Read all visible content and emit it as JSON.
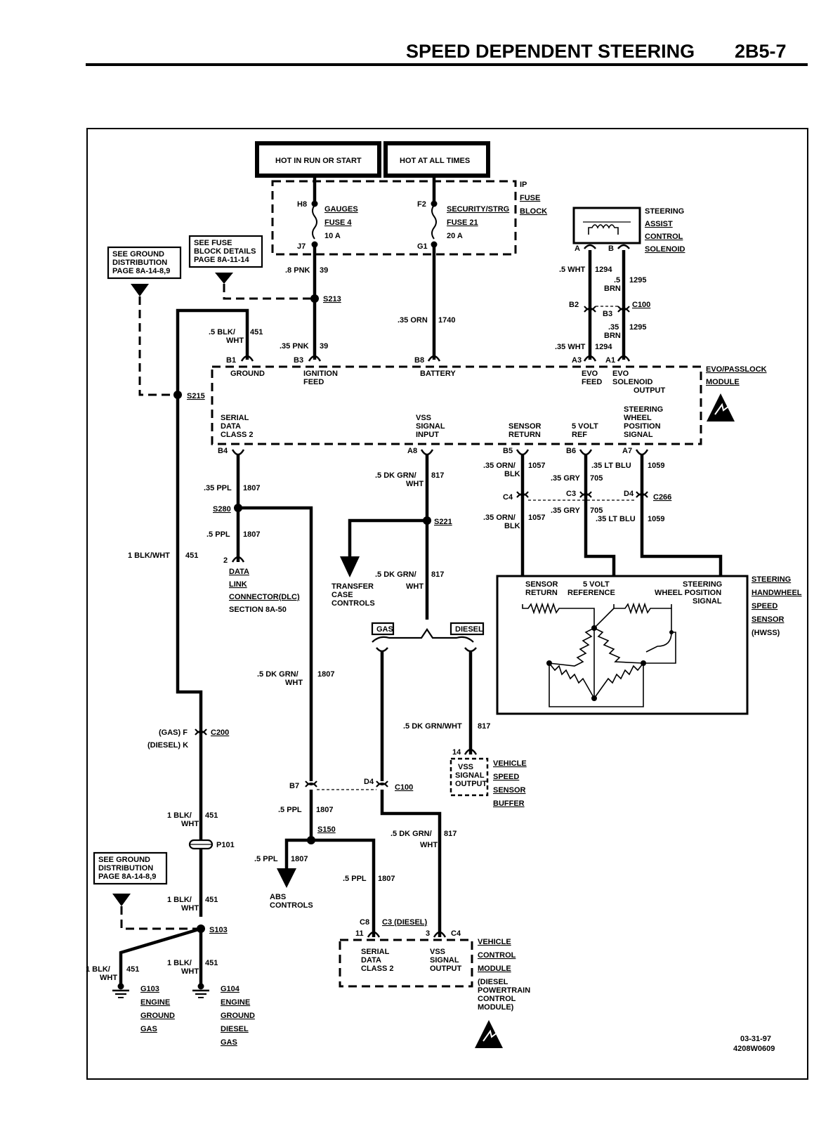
{
  "header": {
    "title": "SPEED DEPENDENT STEERING",
    "page": "2B5-7"
  },
  "power": {
    "run_start": "HOT IN RUN OR START",
    "all_times": "HOT AT ALL TIMES"
  },
  "fuse_block": {
    "label": [
      "IP",
      "FUSE",
      "BLOCK"
    ],
    "h8": "H8",
    "j7": "J7",
    "f2": "F2",
    "g1": "G1",
    "gauges": [
      "GAUGES",
      "FUSE 4",
      "10 A"
    ],
    "security": [
      "SECURITY/STRG",
      "FUSE 21",
      "20 A"
    ]
  },
  "refs": {
    "ground_top": [
      "SEE GROUND",
      "DISTRIBUTION",
      "PAGE 8A-14-8,9"
    ],
    "fuse_details": [
      "SEE FUSE",
      "BLOCK DETAILS",
      "PAGE 8A-11-14"
    ],
    "ground_bottom": [
      "SEE GROUND",
      "DISTRIBUTION",
      "PAGE 8A-14-8,9"
    ]
  },
  "solenoid": {
    "label": [
      "STEERING",
      "ASSIST",
      "CONTROL",
      "SOLENOID"
    ],
    "a": "A",
    "b": "B"
  },
  "wires": {
    "pnk_08": ".8 PNK",
    "n39": "39",
    "pnk_035": ".35 PNK",
    "orn_035": ".35 ORN",
    "n1740": "1740",
    "blk_wht_05": ".5 BLK/",
    "wht": "WHT",
    "n451": "451",
    "wht_05": ".5 WHT",
    "n1294": "1294",
    "wht_035": ".35 WHT",
    "brn_05": ".5",
    "brn": "BRN",
    "n1295": "1295",
    "brn_035": ".35",
    "ppl_035": ".35 PPL",
    "n1807": "1807",
    "ppl_05": ".5 PPL",
    "blk_wht_1": "1 BLK/WHT",
    "blk_1": "1 BLK/",
    "dkgrn_05": ".5 DK GRN/",
    "n817": "817",
    "dkgrnwht_05": ".5 DK GRN/WHT",
    "grn_035": ".35 ORN/",
    "blk": "BLK",
    "n1057": "1057",
    "gry_035": ".35 GRY",
    "n705": "705",
    "ltblu_035": ".35 LT BLU",
    "n1059": "1059"
  },
  "splices": {
    "s213": "S213",
    "s215": "S215",
    "s280": "S280",
    "s221": "S221",
    "s150": "S150",
    "s103": "S103",
    "p101": "P101"
  },
  "connectors": {
    "b2": "B2",
    "b3c": "B3",
    "c100": "C100",
    "c4": "C4",
    "c3": "C3",
    "d4": "D4",
    "c266": "C266",
    "gas_f": "(GAS) F",
    "diesel_k": "(DIESEL) K",
    "c200": "C200",
    "b7": "B7",
    "d4b": "D4",
    "c100b": "C100",
    "c8": "C8",
    "c3d": "C3 (DIESEL)",
    "c4b": "C4",
    "n11": "11",
    "n3": "3",
    "n14": "14",
    "n2": "2"
  },
  "evo": {
    "label": [
      "EVO/PASSLOCK",
      "MODULE"
    ],
    "b1": "B1",
    "b3": "B3",
    "b8": "B8",
    "a3": "A3",
    "a1": "A1",
    "ground": "GROUND",
    "ignition": [
      "IGNITION",
      "FEED"
    ],
    "battery": "BATTERY",
    "evo_feed": [
      "EVO",
      "FEED"
    ],
    "evo_solenoid": [
      "EVO",
      "SOLENOID",
      "OUTPUT"
    ],
    "b4": "B4",
    "a8": "A8",
    "b5": "B5",
    "b6": "B6",
    "a7": "A7",
    "serial": [
      "SERIAL",
      "DATA",
      "CLASS 2"
    ],
    "vss": [
      "VSS",
      "SIGNAL",
      "INPUT"
    ],
    "sensor_return": [
      "SENSOR",
      "RETURN"
    ],
    "ref5v": [
      "5 VOLT",
      "REF"
    ],
    "swps": [
      "STEERING",
      "WHEEL",
      "POSITION",
      "SIGNAL"
    ]
  },
  "dlc": [
    "DATA",
    "LINK",
    "CONNECTOR(DLC)",
    "SECTION 8A-50"
  ],
  "transfer": [
    "TRANSFER",
    "CASE",
    "CONTROLS"
  ],
  "gas_label": "GAS",
  "diesel_label": "DIESEL",
  "hwss": {
    "label": [
      "STEERING",
      "HANDWHEEL",
      "SPEED",
      "SENSOR",
      "(HWSS)"
    ],
    "sensor_return": [
      "SENSOR",
      "RETURN"
    ],
    "ref5": [
      "5 VOLT",
      "REFERENCE"
    ],
    "wps": [
      "STEERING",
      "WHEEL POSITION",
      "SIGNAL"
    ]
  },
  "vssb": {
    "inner": [
      "VSS",
      "SIGNAL",
      "OUTPUT"
    ],
    "label": [
      "VEHICLE",
      "SPEED",
      "SENSOR",
      "BUFFER"
    ]
  },
  "abs": [
    "ABS",
    "CONTROLS"
  ],
  "vcm": {
    "serial": [
      "SERIAL",
      "DATA",
      "CLASS 2"
    ],
    "vss": [
      "VSS",
      "SIGNAL",
      "OUTPUT"
    ],
    "label": [
      "VEHICLE",
      "CONTROL",
      "MODULE",
      "(DIESEL",
      "POWERTRAIN",
      "CONTROL",
      "MODULE)"
    ]
  },
  "grounds": {
    "g103": [
      "G103",
      "ENGINE",
      "GROUND",
      "GAS"
    ],
    "g104": [
      "G104",
      "ENGINE",
      "GROUND",
      "DIESEL",
      "GAS"
    ]
  },
  "footer": {
    "date": "03-31-97",
    "code": "4208W0609"
  }
}
